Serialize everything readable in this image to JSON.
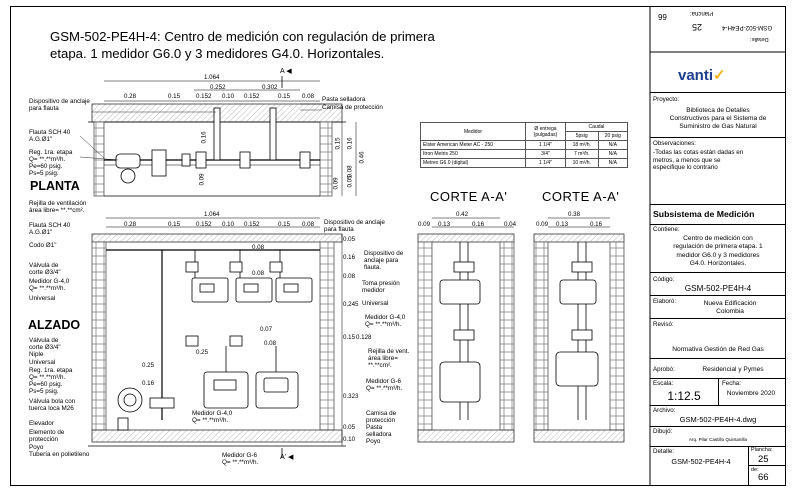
{
  "title": "GSM-502-PE4H-4: Centro de medición con regulación de primera etapa.  1 medidor G6.0 y 3 medidores G4.0. Horizontales.",
  "views": {
    "planta": "PLANTA",
    "alzado": "ALZADO",
    "corte1": "CORTE A-A'",
    "corte2": "CORTE A-A'",
    "sectionMarkTop": "A",
    "sectionMarkBottom": "A'"
  },
  "planta_labels": {
    "dispositivo": "Dispositivo de anclaje\npara flauta",
    "flauta": "Flauta SCH 40\nA.G.Ø1\"",
    "reg": "Reg. 1ra. etapa\nQ= **.**m³/h.\nPe=60 psig.\nPs=5 psig.",
    "pasta": "Pasta selladora",
    "camisa": "Camisa de protección",
    "rejilla": "Rejilla de ventilación\nárea libre= **.**cm²."
  },
  "planta_dims": {
    "total": "1.064",
    "d1": "0.252",
    "d2": "0.302",
    "row": [
      "0.28",
      "0.15",
      "0.152",
      "0.10",
      "0.152",
      "0.15",
      "0.08"
    ],
    "v1": "0.16",
    "v2": "0.09",
    "v3": "0.15",
    "v4": "0.16",
    "v5": "0.46",
    "v6": "0.08",
    "v7": "0.05",
    "v8": "0.09"
  },
  "alzado_labels": {
    "flauta": "Flauta SCH 40\nA.G.Ø1\"",
    "codo": "Codo Ø1\"",
    "valvula34": "Válvula de\ncorte Ø3/4\"",
    "medidorG4": "Medidor G-4,0\nQ= **.**m³/h.",
    "universal": "Universal",
    "valvula34b": "Válvula de\ncorte Ø3/4\"",
    "niple": "Niple",
    "universal2": "Universal",
    "reg": "Reg. 1ra. etapa\nQ= **.**m³/h.\nPe=60 psig.\nPs=5 psig.",
    "valvulaBola": "Válvula bola con\ntuerca loca M26",
    "elevador": "Elevador",
    "elemento": "Elemento de\nprotección",
    "poyo": "Poyo",
    "tuberia": "Tubería en polietileno",
    "medidorG4b": "Medidor G-4,0\nQ= **.**m³/h.",
    "medidorG6": "Medidor G-6\nQ= **.**m³/h.",
    "dispositivo": "Dispositivo de anclaje\npara flauta",
    "dispositivo2": "Dispositivo de\nanclaje para\nflauta.",
    "toma": "Toma presión\nmedidor",
    "universalR": "Universal",
    "medidorR": "Medidor G-4,0\nQ= **.**m³/h.",
    "rejillaR": "Rejilla de vent.\nárea libre=\n**.**cm².",
    "medidorG6R": "Medidor G-6\nQ= **.**m³/h.",
    "camisa": "Camisa de\nprotección",
    "pasta": "Pasta\nselladora",
    "poyoR": "Poyo"
  },
  "alzado_dims": {
    "total": "1.064",
    "row": [
      "0.28",
      "0.15",
      "0.152",
      "0.10",
      "0.152",
      "0.15",
      "0.08"
    ],
    "v": [
      "0.05",
      "0.16",
      "0.08",
      "0.245",
      "0.15",
      "0.128",
      "0.323",
      "0.05",
      "0.10"
    ],
    "inner": [
      "0.08",
      "0.08",
      "0.07",
      "0.08",
      "0.25",
      "0.16",
      "0.25"
    ]
  },
  "corte_dims": {
    "c1_total": "0.42",
    "c1_row": [
      "0.09",
      "0.13",
      "0.16",
      "0.04"
    ],
    "c2_total": "0.38",
    "c2_row": [
      "0.09",
      "0.13",
      "0.16"
    ]
  },
  "meter_table": {
    "headers": [
      "Medidor",
      "Ø entrega\n(pulgadas)",
      "Caudal"
    ],
    "subheaders": [
      "5psig",
      "20 psig"
    ],
    "rows": [
      [
        "Elster American Meter  AC - 250",
        "1 1/4\"",
        "18 m³/h.",
        "N/A"
      ],
      [
        "Itron Metris 250",
        "3/4\"",
        "7 m³/h.",
        "N/A"
      ],
      [
        "Metrex G6.0 (digital)",
        "1 1/4\"",
        "10 m³/h.",
        "N/A"
      ]
    ]
  },
  "titleblock": {
    "plancha_rot": "66",
    "plancha_label_rot": "Plancha:",
    "plancha_value_rot": "25",
    "detalle_rot": "GSM-502-PE4H-4",
    "detalle_label_rot": "Detalle:",
    "logo": "vanti",
    "proyecto_label": "Proyecto:",
    "proyecto": "Biblioteca de Detalles\nConstructivos para el Sistema de\nSuministro de Gas Natural",
    "observaciones_label": "Observaciones:",
    "observaciones": "-Todas las cotas están dadas en\nmetros, a menos que se\nespecifique lo contrario",
    "subsistema": "Subsistema de Medición",
    "contiene_label": "Contiene:",
    "contiene": "Centro de medición con\nregulación de primera etapa. 1\nmedidor G6.0 y 3 medidores\nG4.0. Horizontales.",
    "codigo_label": "Código:",
    "codigo": "GSM-502-PE4H-4",
    "elaboro_label": "Elaboró:",
    "elaboro": "Nueva Edificación\nColombia",
    "reviso_label": "Revisó:",
    "norma": "Normativa Gestión de Red Gas",
    "aprobo_label": "Aprobó:",
    "aprobo": "Residencial y Pymes",
    "escala_label": "Escala:",
    "escala": "1:12.5",
    "fecha_label": "Fecha:",
    "fecha": "Noviembre 2020",
    "archivo_label": "Archivo:",
    "archivo": "GSM-502-PE4H-4.dwg",
    "dibujo_label": "Dibujó:",
    "dibujo": "Arq. Pilar Castillo Quintanilla",
    "detalle_label": "Detalle:",
    "detalle": "GSM-502-PE4H-4",
    "plancha_label": "Plancha:",
    "plancha": "25",
    "total_label": "de:",
    "total": "66"
  },
  "colors": {
    "brand": "#1d3d8f",
    "brandAccent": "#f3b516",
    "line": "#000000",
    "light": "#9a9a9a"
  }
}
